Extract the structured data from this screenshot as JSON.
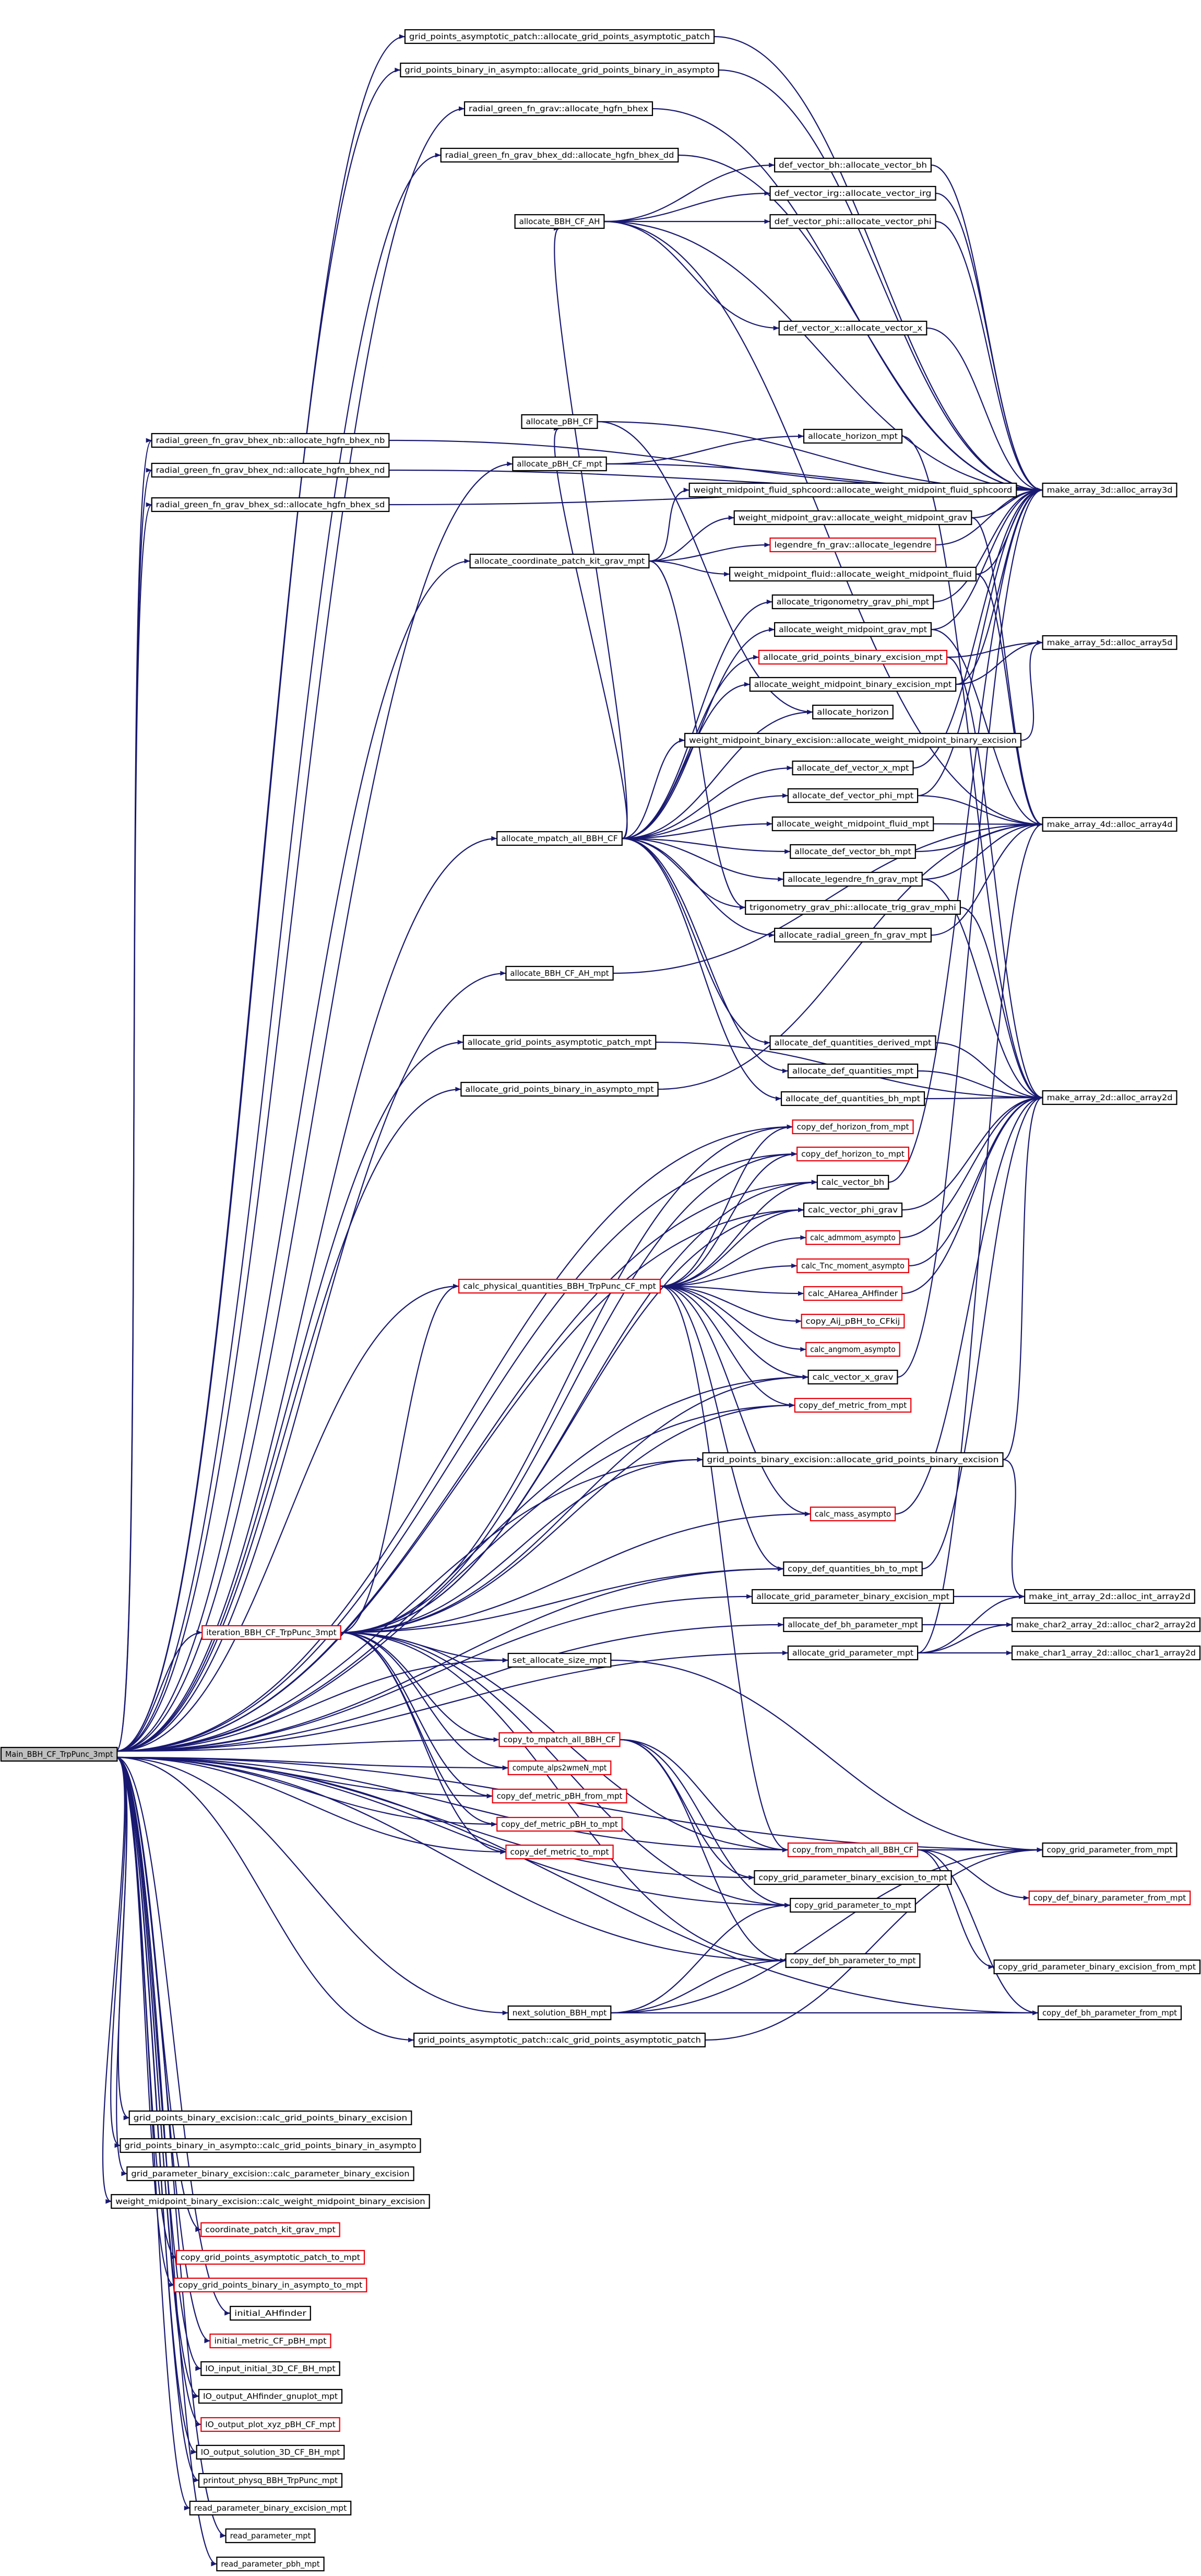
{
  "colors": {
    "edge": "#191970",
    "node_border": "#000000",
    "highlight_border": "#e8000b",
    "root_fill": "#bfbfbf",
    "background": "#ffffff"
  },
  "root": "main",
  "nodes": [
    {
      "id": "main",
      "label": "Main_BBH_CF_TrpPunc_3mpt"
    },
    {
      "id": "gpap_alloc",
      "label": "grid_points_asymptotic_patch::allocate_grid_points_asymptotic_patch"
    },
    {
      "id": "gpbia_alloc",
      "label": "grid_points_binary_in_asympto::allocate_grid_points_binary_in_asympto"
    },
    {
      "id": "rg_bhex",
      "label": "radial_green_fn_grav::allocate_hgfn_bhex"
    },
    {
      "id": "rg_bhex_dd",
      "label": "radial_green_fn_grav_bhex_dd::allocate_hgfn_bhex_dd"
    },
    {
      "id": "abbh_ah",
      "label": "allocate_BBH_CF_AH"
    },
    {
      "id": "dv_bh",
      "label": "def_vector_bh::allocate_vector_bh"
    },
    {
      "id": "dv_irg",
      "label": "def_vector_irg::allocate_vector_irg"
    },
    {
      "id": "dv_phi",
      "label": "def_vector_phi::allocate_vector_phi"
    },
    {
      "id": "dv_x",
      "label": "def_vector_x::allocate_vector_x"
    },
    {
      "id": "rg_nb",
      "label": "radial_green_fn_grav_bhex_nb::allocate_hgfn_bhex_nb"
    },
    {
      "id": "rg_nd",
      "label": "radial_green_fn_grav_bhex_nd::allocate_hgfn_bhex_nd"
    },
    {
      "id": "rg_sd",
      "label": "radial_green_fn_grav_bhex_sd::allocate_hgfn_bhex_sd"
    },
    {
      "id": "apbh",
      "label": "allocate_pBH_CF"
    },
    {
      "id": "apbh_mpt",
      "label": "allocate_pBH_CF_mpt"
    },
    {
      "id": "ahor_mpt",
      "label": "allocate_horizon_mpt"
    },
    {
      "id": "acp",
      "label": "allocate_coordinate_patch_kit_grav_mpt"
    },
    {
      "id": "wm_fs",
      "label": "weight_midpoint_fluid_sphcoord::allocate_weight_midpoint_fluid_sphcoord"
    },
    {
      "id": "wm_grav",
      "label": "weight_midpoint_grav::allocate_weight_midpoint_grav"
    },
    {
      "id": "leg",
      "label": "legendre_fn_grav::allocate_legendre",
      "red": true
    },
    {
      "id": "wm_fluid",
      "label": "weight_midpoint_fluid::allocate_weight_midpoint_fluid"
    },
    {
      "id": "atrig",
      "label": "allocate_trigonometry_grav_phi_mpt"
    },
    {
      "id": "awm_grav",
      "label": "allocate_weight_midpoint_grav_mpt"
    },
    {
      "id": "agp_bex",
      "label": "allocate_grid_points_binary_excision_mpt",
      "red": true
    },
    {
      "id": "awm_bex",
      "label": "allocate_weight_midpoint_binary_excision_mpt"
    },
    {
      "id": "ahor",
      "label": "allocate_horizon"
    },
    {
      "id": "wmbe",
      "label": "weight_midpoint_binary_excision::allocate_weight_midpoint_binary_excision"
    },
    {
      "id": "adv_x",
      "label": "allocate_def_vector_x_mpt"
    },
    {
      "id": "adv_phi",
      "label": "allocate_def_vector_phi_mpt"
    },
    {
      "id": "awm_fluid",
      "label": "allocate_weight_midpoint_fluid_mpt"
    },
    {
      "id": "adv_bh",
      "label": "allocate_def_vector_bh_mpt"
    },
    {
      "id": "aleg",
      "label": "allocate_legendre_fn_grav_mpt"
    },
    {
      "id": "trig",
      "label": "trigonometry_grav_phi::allocate_trig_grav_mphi"
    },
    {
      "id": "arg",
      "label": "allocate_radial_green_fn_grav_mpt"
    },
    {
      "id": "ampt",
      "label": "allocate_mpatch_all_BBH_CF"
    },
    {
      "id": "abbh_ah_mpt",
      "label": "allocate_BBH_CF_AH_mpt"
    },
    {
      "id": "agpap",
      "label": "allocate_grid_points_asymptotic_patch_mpt"
    },
    {
      "id": "agpbia",
      "label": "allocate_grid_points_binary_in_asympto_mpt"
    },
    {
      "id": "adq_der",
      "label": "allocate_def_quantities_derived_mpt"
    },
    {
      "id": "adq",
      "label": "allocate_def_quantities_mpt"
    },
    {
      "id": "adq_bh",
      "label": "allocate_def_quantities_bh_mpt"
    },
    {
      "id": "m3",
      "label": "make_array_3d::alloc_array3d"
    },
    {
      "id": "m5",
      "label": "make_array_5d::alloc_array5d"
    },
    {
      "id": "m4",
      "label": "make_array_4d::alloc_array4d"
    },
    {
      "id": "m2",
      "label": "make_array_2d::alloc_array2d"
    },
    {
      "id": "cdh_from",
      "label": "copy_def_horizon_from_mpt",
      "red": true
    },
    {
      "id": "cdh_to",
      "label": "copy_def_horizon_to_mpt",
      "red": true
    },
    {
      "id": "cvbh",
      "label": "calc_vector_bh"
    },
    {
      "id": "cvphi",
      "label": "calc_vector_phi_grav"
    },
    {
      "id": "cadm",
      "label": "calc_admmom_asympto",
      "red": true
    },
    {
      "id": "ctmom",
      "label": "calc_Tnc_moment_asympto",
      "red": true
    },
    {
      "id": "cphys",
      "label": "calc_physical_quantities_BBH_TrpPunc_CF_mpt",
      "red": true
    },
    {
      "id": "carea",
      "label": "calc_AHarea_AHfinder",
      "red": true
    },
    {
      "id": "caij",
      "label": "copy_Aij_pBH_to_CFkij",
      "red": true
    },
    {
      "id": "cang",
      "label": "calc_angmom_asympto",
      "red": true
    },
    {
      "id": "cvx",
      "label": "calc_vector_x_grav"
    },
    {
      "id": "cdm_from",
      "label": "copy_def_metric_from_mpt",
      "red": true
    },
    {
      "id": "gpbe",
      "label": "grid_points_binary_excision::allocate_grid_points_binary_excision"
    },
    {
      "id": "cmass",
      "label": "calc_mass_asympto",
      "red": true
    },
    {
      "id": "cdqbh_to",
      "label": "copy_def_quantities_bh_to_mpt"
    },
    {
      "id": "agpar_bex",
      "label": "allocate_grid_parameter_binary_excision_mpt"
    },
    {
      "id": "adbh_par",
      "label": "allocate_def_bh_parameter_mpt"
    },
    {
      "id": "agpar",
      "label": "allocate_grid_parameter_mpt"
    },
    {
      "id": "iter",
      "label": "iteration_BBH_CF_TrpPunc_3mpt",
      "red": true
    },
    {
      "id": "mint",
      "label": "make_int_array_2d::alloc_int_array2d"
    },
    {
      "id": "mchar2",
      "label": "make_char2_array_2d::alloc_char2_array2d"
    },
    {
      "id": "mchar1",
      "label": "make_char1_array_2d::alloc_char1_array2d"
    },
    {
      "id": "sas",
      "label": "set_allocate_size_mpt"
    },
    {
      "id": "cto",
      "label": "copy_to_mpatch_all_BBH_CF",
      "red": true
    },
    {
      "id": "alps",
      "label": "compute_alps2wmeN_mpt",
      "red": true
    },
    {
      "id": "cdmpbh_from",
      "label": "copy_def_metric_pBH_from_mpt",
      "red": true
    },
    {
      "id": "cdmpbh_to",
      "label": "copy_def_metric_pBH_to_mpt",
      "red": true
    },
    {
      "id": "cdm_to",
      "label": "copy_def_metric_to_mpt",
      "red": true
    },
    {
      "id": "cfrom",
      "label": "copy_from_mpatch_all_BBH_CF",
      "red": true
    },
    {
      "id": "cgp_from",
      "label": "copy_grid_parameter_from_mpt"
    },
    {
      "id": "cgpbe_to",
      "label": "copy_grid_parameter_binary_excision_to_mpt"
    },
    {
      "id": "cdbin_from",
      "label": "copy_def_binary_parameter_from_mpt",
      "red": true
    },
    {
      "id": "cgp_to",
      "label": "copy_grid_parameter_to_mpt"
    },
    {
      "id": "cgpbe_from",
      "label": "copy_grid_parameter_binary_excision_from_mpt"
    },
    {
      "id": "cdbh_to",
      "label": "copy_def_bh_parameter_to_mpt"
    },
    {
      "id": "cdbh_from",
      "label": "copy_def_bh_parameter_from_mpt"
    },
    {
      "id": "nsol",
      "label": "next_solution_BBH_mpt"
    },
    {
      "id": "gpap_calc",
      "label": "grid_points_asymptotic_patch::calc_grid_points_asymptotic_patch"
    },
    {
      "id": "gpbe_calc",
      "label": "grid_points_binary_excision::calc_grid_points_binary_excision"
    },
    {
      "id": "gpbia_calc",
      "label": "grid_points_binary_in_asympto::calc_grid_points_binary_in_asympto"
    },
    {
      "id": "gparbe_calc",
      "label": "grid_parameter_binary_excision::calc_parameter_binary_excision"
    },
    {
      "id": "wmbe_calc",
      "label": "weight_midpoint_binary_excision::calc_weight_midpoint_binary_excision"
    },
    {
      "id": "cpk",
      "label": "coordinate_patch_kit_grav_mpt",
      "red": true
    },
    {
      "id": "cgpap_to",
      "label": "copy_grid_points_asymptotic_patch_to_mpt",
      "red": true
    },
    {
      "id": "cgpbia_to",
      "label": "copy_grid_points_binary_in_asympto_to_mpt",
      "red": true
    },
    {
      "id": "iahf",
      "label": "initial_AHfinder"
    },
    {
      "id": "imet",
      "label": "initial_metric_CF_pBH_mpt",
      "red": true
    },
    {
      "id": "io_in",
      "label": "IO_input_initial_3D_CF_BH_mpt"
    },
    {
      "id": "io_ahf",
      "label": "IO_output_AHfinder_gnuplot_mpt"
    },
    {
      "id": "io_plot",
      "label": "IO_output_plot_xyz_pBH_CF_mpt",
      "red": true
    },
    {
      "id": "io_sol",
      "label": "IO_output_solution_3D_CF_BH_mpt"
    },
    {
      "id": "prt",
      "label": "printout_physq_BBH_TrpPunc_mpt"
    },
    {
      "id": "rp_bex",
      "label": "read_parameter_binary_excision_mpt"
    },
    {
      "id": "rp",
      "label": "read_parameter_mpt"
    },
    {
      "id": "rp_pbh",
      "label": "read_parameter_pbh_mpt"
    }
  ],
  "edges": [
    [
      "main",
      "gpap_alloc"
    ],
    [
      "main",
      "gpbia_alloc"
    ],
    [
      "main",
      "rg_bhex"
    ],
    [
      "main",
      "rg_bhex_dd"
    ],
    [
      "main",
      "rg_nb"
    ],
    [
      "main",
      "rg_nd"
    ],
    [
      "main",
      "rg_sd"
    ],
    [
      "main",
      "apbh_mpt"
    ],
    [
      "main",
      "acp"
    ],
    [
      "main",
      "ampt"
    ],
    [
      "main",
      "abbh_ah_mpt"
    ],
    [
      "main",
      "agpap"
    ],
    [
      "main",
      "agpbia"
    ],
    [
      "main",
      "cdh_from"
    ],
    [
      "main",
      "cdh_to"
    ],
    [
      "main",
      "cvbh"
    ],
    [
      "main",
      "cvphi"
    ],
    [
      "main",
      "cphys"
    ],
    [
      "main",
      "cvx"
    ],
    [
      "main",
      "cdm_from"
    ],
    [
      "main",
      "gpbe"
    ],
    [
      "main",
      "cdqbh_to"
    ],
    [
      "main",
      "agpar_bex"
    ],
    [
      "main",
      "adbh_par"
    ],
    [
      "main",
      "agpar"
    ],
    [
      "main",
      "iter"
    ],
    [
      "main",
      "sas"
    ],
    [
      "main",
      "cto"
    ],
    [
      "main",
      "alps"
    ],
    [
      "main",
      "cdmpbh_from"
    ],
    [
      "main",
      "cdmpbh_to"
    ],
    [
      "main",
      "cdm_to"
    ],
    [
      "main",
      "cfrom"
    ],
    [
      "main",
      "cgp_from"
    ],
    [
      "main",
      "cgpbe_to"
    ],
    [
      "main",
      "cgp_to"
    ],
    [
      "main",
      "cdbh_to"
    ],
    [
      "main",
      "nsol"
    ],
    [
      "main",
      "gpap_calc"
    ],
    [
      "main",
      "cdbh_from"
    ],
    [
      "main",
      "gpbe_calc"
    ],
    [
      "main",
      "gpbia_calc"
    ],
    [
      "main",
      "gparbe_calc"
    ],
    [
      "main",
      "wmbe_calc"
    ],
    [
      "main",
      "cpk"
    ],
    [
      "main",
      "cgpap_to"
    ],
    [
      "main",
      "cgpbia_to"
    ],
    [
      "main",
      "iahf"
    ],
    [
      "main",
      "imet"
    ],
    [
      "main",
      "io_in"
    ],
    [
      "main",
      "io_ahf"
    ],
    [
      "main",
      "io_plot"
    ],
    [
      "main",
      "io_sol"
    ],
    [
      "main",
      "prt"
    ],
    [
      "main",
      "rp_bex"
    ],
    [
      "main",
      "rp"
    ],
    [
      "main",
      "rp_pbh"
    ],
    [
      "gpap_alloc",
      "m3"
    ],
    [
      "gpbia_alloc",
      "m3"
    ],
    [
      "rg_bhex",
      "m3"
    ],
    [
      "rg_bhex_dd",
      "m3"
    ],
    [
      "rg_nb",
      "m3"
    ],
    [
      "rg_nd",
      "m3"
    ],
    [
      "rg_sd",
      "m3"
    ],
    [
      "abbh_ah",
      "dv_bh"
    ],
    [
      "abbh_ah",
      "dv_irg"
    ],
    [
      "abbh_ah",
      "dv_phi"
    ],
    [
      "abbh_ah",
      "dv_x"
    ],
    [
      "abbh_ah",
      "m3"
    ],
    [
      "abbh_ah",
      "m4"
    ],
    [
      "dv_bh",
      "m3"
    ],
    [
      "dv_irg",
      "m3"
    ],
    [
      "dv_phi",
      "m3"
    ],
    [
      "dv_x",
      "m3"
    ],
    [
      "apbh",
      "m3"
    ],
    [
      "apbh",
      "ahor"
    ],
    [
      "apbh_mpt",
      "ahor_mpt"
    ],
    [
      "apbh_mpt",
      "m3"
    ],
    [
      "ahor_mpt",
      "m2"
    ],
    [
      "acp",
      "wm_fs"
    ],
    [
      "acp",
      "wm_grav"
    ],
    [
      "acp",
      "leg"
    ],
    [
      "acp",
      "wm_fluid"
    ],
    [
      "acp",
      "trig"
    ],
    [
      "wm_fs",
      "m3"
    ],
    [
      "wm_grav",
      "m3"
    ],
    [
      "wm_grav",
      "m4"
    ],
    [
      "leg",
      "m3"
    ],
    [
      "wm_fluid",
      "m3"
    ],
    [
      "wm_fluid",
      "m4"
    ],
    [
      "ampt",
      "abbh_ah"
    ],
    [
      "ampt",
      "apbh"
    ],
    [
      "ampt",
      "atrig"
    ],
    [
      "ampt",
      "awm_grav"
    ],
    [
      "ampt",
      "agp_bex"
    ],
    [
      "ampt",
      "awm_bex"
    ],
    [
      "ampt",
      "ahor"
    ],
    [
      "ampt",
      "wmbe"
    ],
    [
      "ampt",
      "adv_x"
    ],
    [
      "ampt",
      "adv_phi"
    ],
    [
      "ampt",
      "awm_fluid"
    ],
    [
      "ampt",
      "adv_bh"
    ],
    [
      "ampt",
      "aleg"
    ],
    [
      "ampt",
      "trig"
    ],
    [
      "ampt",
      "arg"
    ],
    [
      "ampt",
      "adq_der"
    ],
    [
      "ampt",
      "adq"
    ],
    [
      "ampt",
      "adq_bh"
    ],
    [
      "atrig",
      "m3"
    ],
    [
      "awm_grav",
      "m3"
    ],
    [
      "awm_grav",
      "m4"
    ],
    [
      "agp_bex",
      "m5"
    ],
    [
      "agp_bex",
      "m2"
    ],
    [
      "awm_bex",
      "m3"
    ],
    [
      "awm_bex",
      "m5"
    ],
    [
      "wmbe",
      "m5"
    ],
    [
      "adv_x",
      "m3"
    ],
    [
      "adv_phi",
      "m3"
    ],
    [
      "adv_phi",
      "m4"
    ],
    [
      "awm_fluid",
      "m4"
    ],
    [
      "adv_bh",
      "m4"
    ],
    [
      "aleg",
      "m4"
    ],
    [
      "aleg",
      "m2"
    ],
    [
      "trig",
      "m2"
    ],
    [
      "arg",
      "m4"
    ],
    [
      "adq_der",
      "m2"
    ],
    [
      "adq",
      "m2"
    ],
    [
      "adq_bh",
      "m2"
    ],
    [
      "abbh_ah_mpt",
      "m4"
    ],
    [
      "agpap",
      "m2"
    ],
    [
      "agpbia",
      "m4"
    ],
    [
      "cphys",
      "cvbh"
    ],
    [
      "cphys",
      "cvphi"
    ],
    [
      "cphys",
      "cadm"
    ],
    [
      "cphys",
      "ctmom"
    ],
    [
      "cphys",
      "carea"
    ],
    [
      "cphys",
      "caij"
    ],
    [
      "cphys",
      "cang"
    ],
    [
      "cphys",
      "cvx"
    ],
    [
      "cphys",
      "cdm_from"
    ],
    [
      "cphys",
      "cmass"
    ],
    [
      "cphys",
      "cdqbh_to"
    ],
    [
      "cphys",
      "cfrom"
    ],
    [
      "cphys",
      "cdh_from"
    ],
    [
      "cphys",
      "cdh_to"
    ],
    [
      "cadm",
      "m2"
    ],
    [
      "ctmom",
      "m2"
    ],
    [
      "carea",
      "m2"
    ],
    [
      "cvbh",
      "m3"
    ],
    [
      "cvphi",
      "m2"
    ],
    [
      "cvx",
      "m3"
    ],
    [
      "gpbe",
      "m2"
    ],
    [
      "gpbe",
      "mint"
    ],
    [
      "agpar_bex",
      "mint"
    ],
    [
      "adbh_par",
      "mchar2"
    ],
    [
      "agpar",
      "mint"
    ],
    [
      "agpar",
      "mchar2"
    ],
    [
      "agpar",
      "mchar1"
    ],
    [
      "agpar",
      "m4"
    ],
    [
      "cmass",
      "m2"
    ],
    [
      "cdqbh_to",
      "m2"
    ],
    [
      "iter",
      "cphys"
    ],
    [
      "iter",
      "cdh_from"
    ],
    [
      "iter",
      "cdh_to"
    ],
    [
      "iter",
      "cvbh"
    ],
    [
      "iter",
      "cvphi"
    ],
    [
      "iter",
      "cvx"
    ],
    [
      "iter",
      "cdm_from"
    ],
    [
      "iter",
      "cmass"
    ],
    [
      "iter",
      "cdqbh_to"
    ],
    [
      "iter",
      "sas"
    ],
    [
      "iter",
      "cto"
    ],
    [
      "iter",
      "alps"
    ],
    [
      "iter",
      "cdmpbh_from"
    ],
    [
      "iter",
      "cdmpbh_to"
    ],
    [
      "iter",
      "cdm_to"
    ],
    [
      "iter",
      "cfrom"
    ],
    [
      "iter",
      "cgp_to"
    ],
    [
      "iter",
      "cdbh_to"
    ],
    [
      "iter",
      "gpbe"
    ],
    [
      "cto",
      "cgpbe_to"
    ],
    [
      "cto",
      "cgp_to"
    ],
    [
      "cto",
      "cdbh_to"
    ],
    [
      "cto",
      "cfrom"
    ],
    [
      "sas",
      "cgp_from"
    ],
    [
      "cfrom",
      "cgp_from"
    ],
    [
      "cfrom",
      "cdbin_from"
    ],
    [
      "cfrom",
      "cgpbe_from"
    ],
    [
      "cfrom",
      "cdbh_from"
    ],
    [
      "nsol",
      "cgp_to"
    ],
    [
      "nsol",
      "cdbh_to"
    ],
    [
      "nsol",
      "cdbh_from"
    ],
    [
      "nsol",
      "cgp_from"
    ],
    [
      "gpap_calc",
      "cgp_from"
    ]
  ]
}
